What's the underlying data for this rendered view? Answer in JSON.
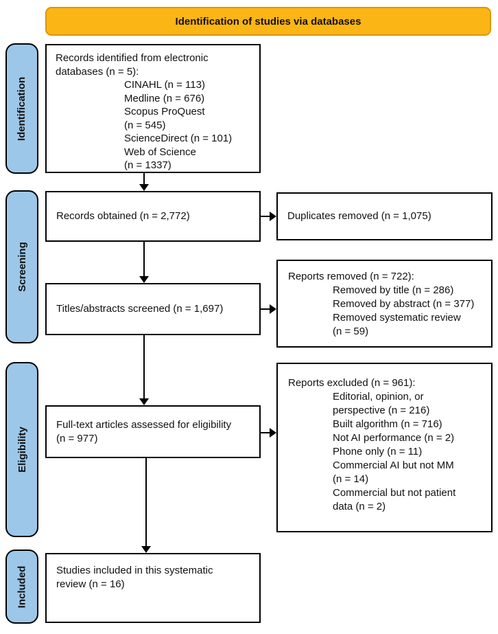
{
  "banner": {
    "title": "Identification of studies via databases"
  },
  "colors": {
    "banner_fill": "#FBB515",
    "banner_border": "#DB9700",
    "stage_fill": "#9CC7E9",
    "box_border": "#000000"
  },
  "stages": {
    "identification": "Identification",
    "screening": "Screening",
    "eligibility": "Eligibility",
    "included": "Included"
  },
  "boxes": {
    "records_identified": {
      "lines": [
        "Records identified from electronic",
        "databases (n = 5):",
        "CINAHL (n = 113)",
        "Medline (n = 676)",
        "Scopus ProQuest",
        "(n = 545)",
        "ScienceDirect (n = 101)",
        "Web of Science",
        "(n = 1337)"
      ]
    },
    "records_obtained": {
      "lines": [
        "Records obtained (n = 2,772)"
      ]
    },
    "duplicates_removed": {
      "lines": [
        "Duplicates removed (n = 1,075)"
      ]
    },
    "titles_screened": {
      "lines": [
        "Titles/abstracts screened (n = 1,697)"
      ]
    },
    "reports_removed": {
      "lines": [
        "Reports removed (n = 722):",
        "Removed by title (n = 286)",
        "Removed by abstract (n = 377)",
        "Removed systematic review",
        "(n = 59)"
      ]
    },
    "fulltext_assessed": {
      "lines": [
        "Full-text articles assessed for eligibility",
        "(n = 977)"
      ]
    },
    "reports_excluded": {
      "lines": [
        "Reports excluded (n = 961):",
        "Editorial, opinion, or",
        "perspective (n = 216)",
        "Built algorithm (n = 716)",
        "Not AI performance (n = 2)",
        "Phone only (n = 11)",
        "Commercial AI but not MM",
        "(n = 14)",
        "Commercial but not patient",
        "data (n = 2)"
      ]
    },
    "studies_included": {
      "lines": [
        "Studies included in this systematic",
        "review (n = 16)"
      ]
    }
  }
}
